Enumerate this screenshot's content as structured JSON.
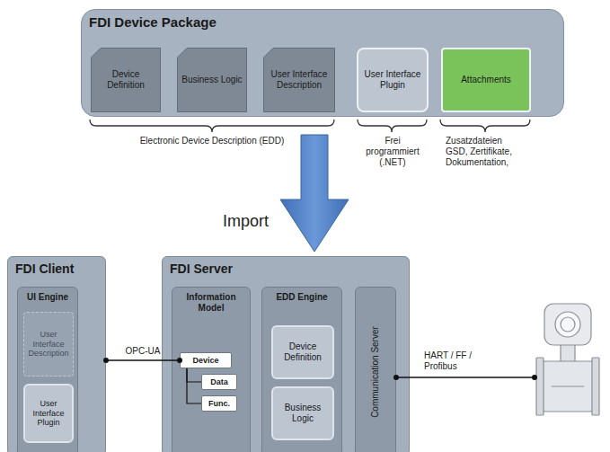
{
  "diagram": {
    "nodes": [
      {
        "text": [
          "FDI Device Package"
        ]
      },
      {
        "text": [
          "Device Definition"
        ],
        "in": 0
      },
      {
        "text": [
          "Business Logic"
        ],
        "in": 0
      },
      {
        "text": [
          "User Interface Description"
        ],
        "in": 0
      },
      {
        "text": [
          "User Interface Plugin"
        ],
        "in": 0
      },
      {
        "text": [
          "Attachments"
        ],
        "in": 0
      },
      {
        "text": [
          "FDI Client"
        ]
      },
      {
        "text": [
          "UI Engine"
        ],
        "in": 6
      },
      {
        "text": [
          "User Interface Description"
        ],
        "in": 7
      },
      {
        "text": [
          "User Interface Plugin"
        ],
        "in": 7
      },
      {
        "text": [
          "FDI Server"
        ]
      },
      {
        "text": [
          "Information Model"
        ],
        "in": 10
      },
      {
        "text": [
          "Device"
        ],
        "in": 11
      },
      {
        "text": [
          "Data"
        ],
        "in": 11
      },
      {
        "text": [
          "Func."
        ],
        "in": 11
      },
      {
        "text": [
          "EDD Engine"
        ],
        "in": 10
      },
      {
        "text": [
          "Device Definition"
        ],
        "in": 15
      },
      {
        "text": [
          "Business Logic"
        ],
        "in": 15
      },
      {
        "text": [
          "Communication Server"
        ],
        "in": 10
      }
    ],
    "edges": [
      {
        "from": 6,
        "to": 12,
        "arrow": "none",
        "label": "OPC-UA"
      },
      {
        "from": 12,
        "to": 13,
        "arrow": "none"
      },
      {
        "from": 12,
        "to": 14,
        "arrow": "none"
      }
    ],
    "labels": [
      "Electronic Device Description (EDD)",
      "Frei programmiert (.NET)",
      "Zusatzdateien GSD, Zertifikate, Dokumentation,",
      "Import",
      "HART / FF / Profibus"
    ]
  }
}
